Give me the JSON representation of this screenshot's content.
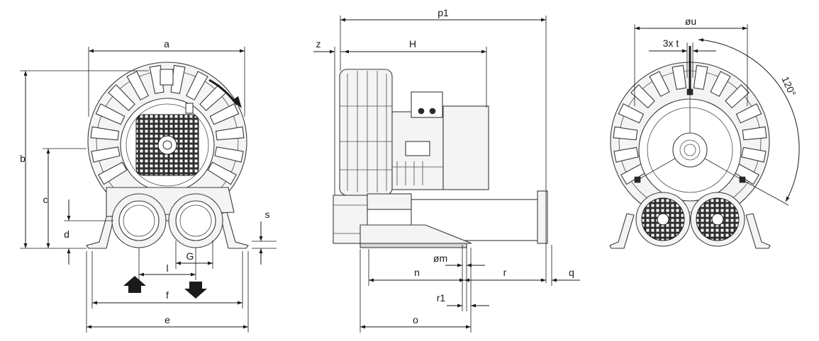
{
  "views": {
    "front": {
      "a": "a",
      "b": "b",
      "c": "c",
      "d": "d",
      "e": "e",
      "f": "f",
      "G": "G",
      "l": "l",
      "s": "s"
    },
    "side": {
      "p1": "p1",
      "z": "z",
      "H": "H",
      "m": "øm",
      "n": "n",
      "r": "r",
      "q": "q",
      "r1": "r1",
      "o": "o"
    },
    "rear": {
      "u": "øu",
      "t": "3x t",
      "angle": "120°"
    }
  },
  "icons": {
    "rotation_arrow": "rotation-arrow-icon",
    "inlet_arrow": "inlet-arrow-up-icon",
    "outlet_arrow": "outlet-arrow-down-icon"
  },
  "colors": {
    "line": "#1a1a1a",
    "part_fill": "#f4f4f4",
    "shade": "#d8d8d8"
  }
}
